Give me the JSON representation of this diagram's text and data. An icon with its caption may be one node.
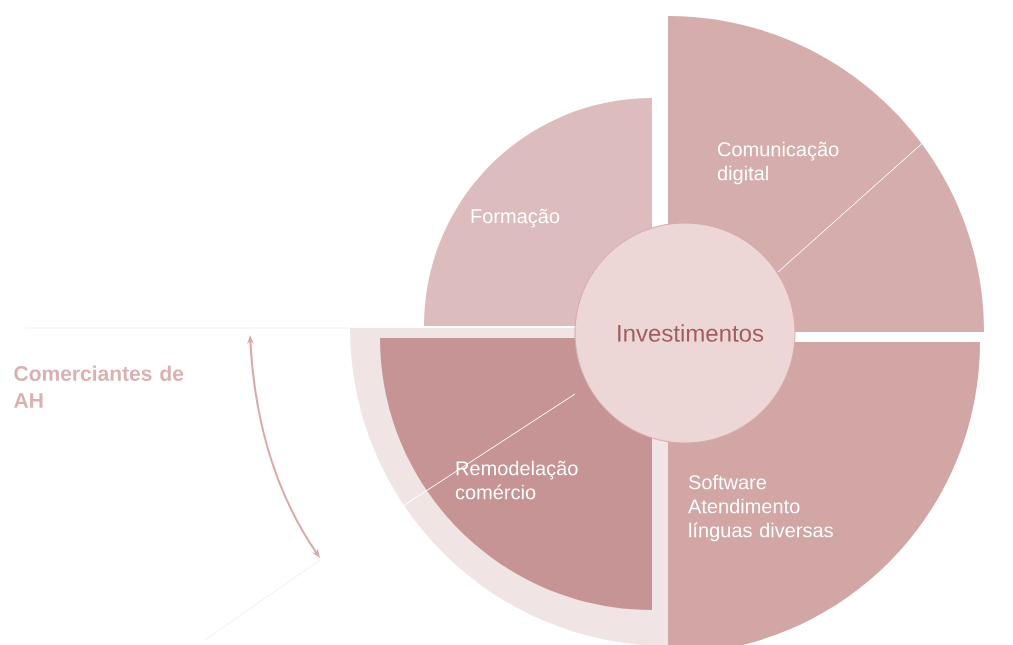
{
  "diagram": {
    "nodes": [
      {
        "text": [
          "Formação"
        ]
      },
      {
        "text": [
          "Comunicação digital"
        ]
      },
      {
        "text": [
          "Investimentos"
        ]
      },
      {
        "text": [
          "Remodelação comércio"
        ]
      },
      {
        "text": [
          "Software Atendimento línguas diversas"
        ]
      }
    ],
    "labels": [
      "Comerciantes de AH"
    ]
  }
}
